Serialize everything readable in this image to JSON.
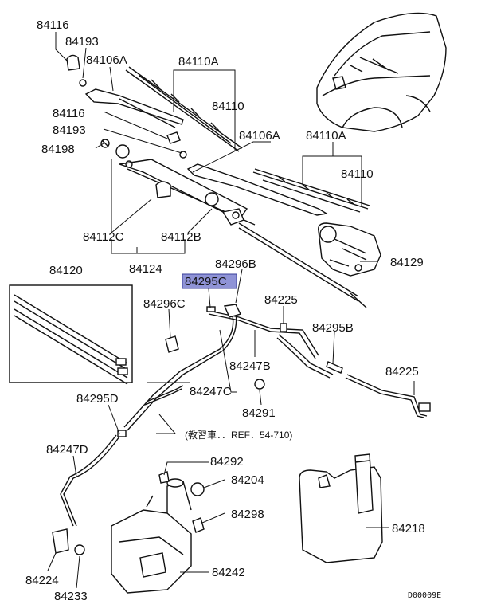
{
  "diagram": {
    "highlighted_part": "84295C",
    "highlight_color": "#8f93d6",
    "labels": {
      "p84116_top": "84116",
      "p84193_top": "84193",
      "p84106A_left": "84106A",
      "p84110A_top": "84110A",
      "p84110_top": "84110",
      "p84116_mid": "84116",
      "p84193_mid": "84193",
      "p84198": "84198",
      "p84106A_right": "84106A",
      "p84110A_right": "84110A",
      "p84110_right": "84110",
      "p84112C": "84112C",
      "p84112B": "84112B",
      "p84124": "84124",
      "p84296B": "84296B",
      "p84129": "84129",
      "p84120": "84120",
      "p84295C": "84295C",
      "p84296C": "84296C",
      "p84225_top": "84225",
      "p84295B": "84295B",
      "p84247B": "84247B",
      "p84225_right": "84225",
      "p84247C": "84247C",
      "p84291": "84291",
      "p84295D": "84295D",
      "p84247D": "84247D",
      "ref_note": "(教習車．．REF．54-710)",
      "p84292": "84292",
      "p84204": "84204",
      "p84298": "84298",
      "p84218": "84218",
      "p84242": "84242",
      "p84224": "84224",
      "p84233": "84233",
      "drawing_code": "D00009E"
    }
  }
}
